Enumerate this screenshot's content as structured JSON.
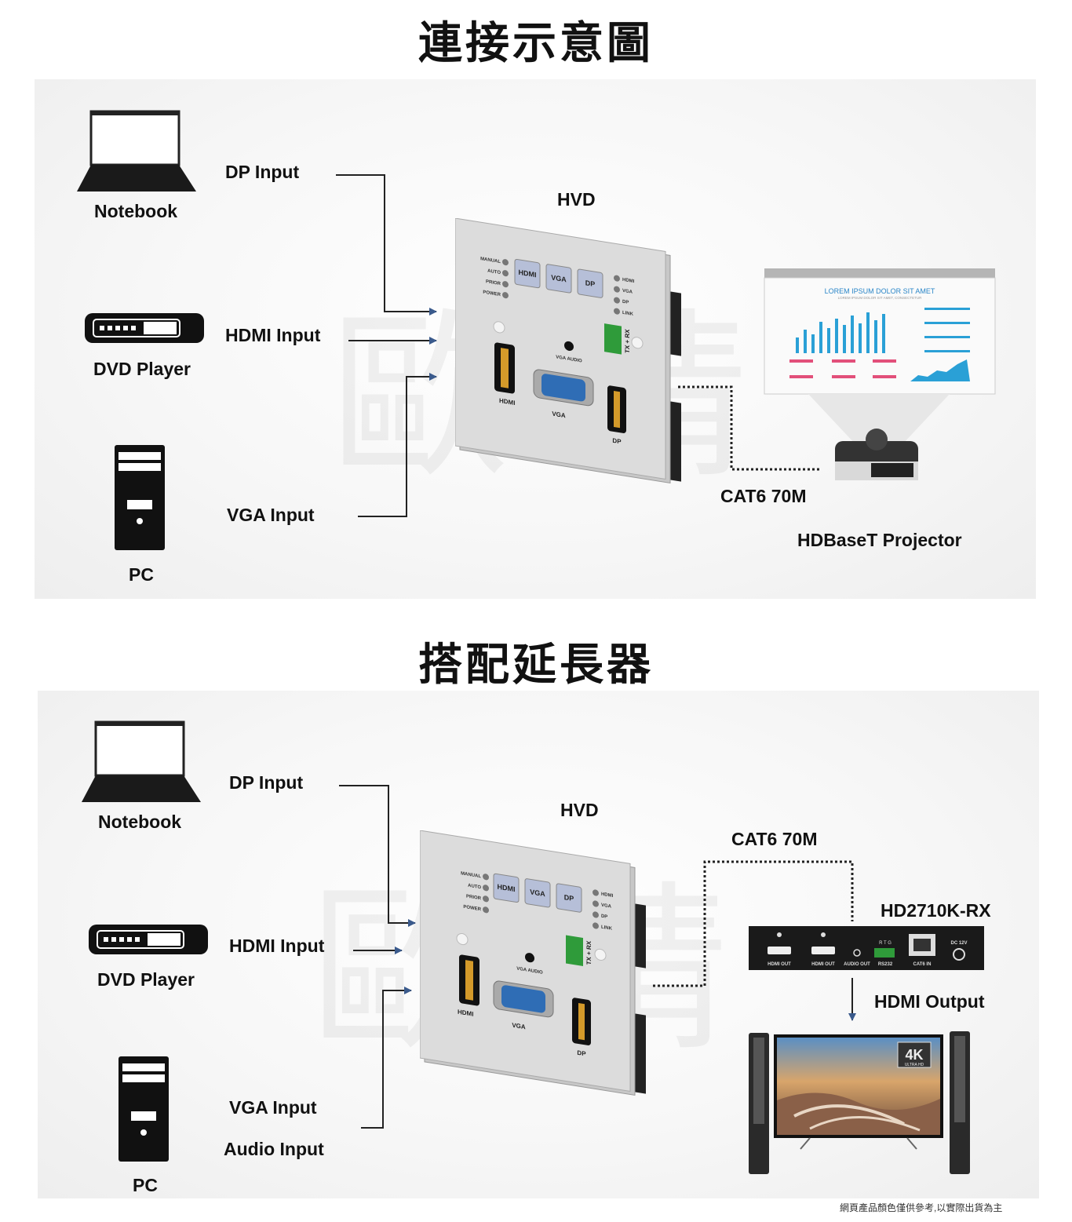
{
  "sections": [
    {
      "title": "連接示意圖",
      "device_label": "HVD",
      "inputs": {
        "dp": "DP Input",
        "hdmi": "HDMI Input",
        "vga": "VGA Input"
      },
      "sources": {
        "notebook": "Notebook",
        "dvd": "DVD Player",
        "pc": "PC"
      },
      "cable": "CAT6 70M",
      "sink": "HDBaseT Projector",
      "screen_title": "LOREM IPSUM DOLOR SIT AMET",
      "screen_subtitle": "LOREM IPSUM DOLOR SIT AMET, CONSECTETUR"
    },
    {
      "title": "搭配延長器",
      "device_label": "HVD",
      "inputs": {
        "dp": "DP Input",
        "hdmi": "HDMI Input",
        "vga": "VGA Input",
        "audio": "Audio Input"
      },
      "sources": {
        "notebook": "Notebook",
        "dvd": "DVD Player",
        "pc": "PC"
      },
      "cable": "CAT6 70M",
      "receiver": "HD2710K-RX",
      "output": "HDMI Output",
      "receiver_ports": [
        "HDMI OUT",
        "HDMI OUT",
        "AUDIO OUT",
        "RS232",
        "CAT6 IN",
        "DC 12V"
      ],
      "rtg": "R T G",
      "tv_badge": "4K",
      "tv_badge_sub": "ULTRA HD"
    }
  ],
  "faceplate": {
    "leds_left": [
      "MANUAL",
      "AUTO",
      "PRIOR",
      "POWER"
    ],
    "buttons": [
      "HDMI",
      "VGA",
      "DP"
    ],
    "leds_right": [
      "HDMI",
      "VGA",
      "DP",
      "LINK"
    ],
    "ports": {
      "hdmi": "HDMI",
      "vga": "VGA",
      "dp": "DP",
      "audio": "VGA AUDIO",
      "txrx": "TX + RX"
    }
  },
  "watermark": "歐 晴",
  "footer": "網頁產品顏色僅供參考,以實際出貨為主",
  "colors": {
    "arrow": "#3a5a8c",
    "vga_port": "#2f6db5",
    "screen_accent": "#2aa0d6"
  }
}
